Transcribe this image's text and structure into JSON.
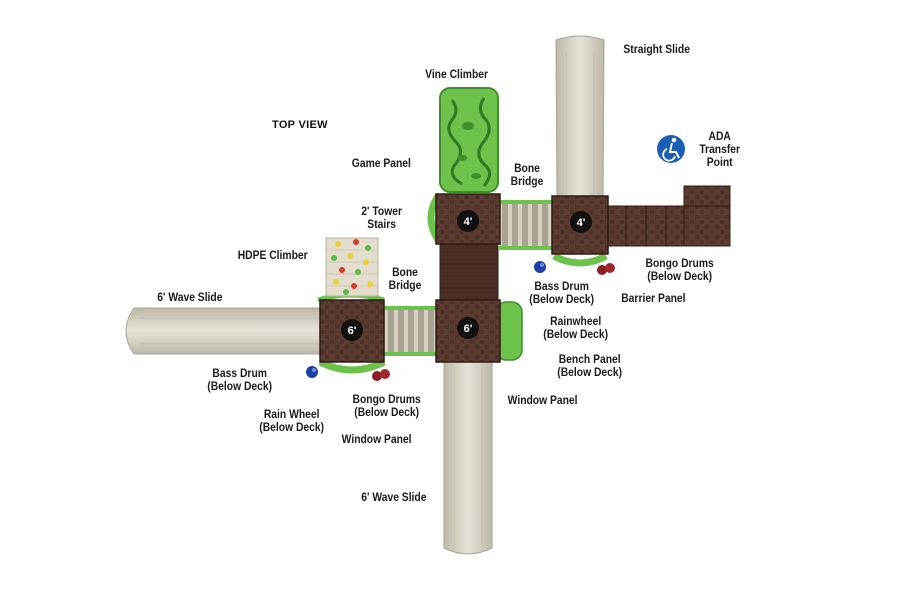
{
  "view_title": "TOP VIEW",
  "colors": {
    "deck": "#5a3a2f",
    "deck_dark": "#3f2820",
    "slide": "#d9d6ca",
    "slide_edge": "#b9b5a6",
    "green": "#6cc24a",
    "green_dark": "#3f8f2c",
    "ada_blue": "#1a5fb4"
  },
  "decks": {
    "left_6": "6'",
    "center_6": "6'",
    "upper_4": "4'",
    "right_4": "4'"
  },
  "labels": {
    "straight_slide": "Straight Slide",
    "vine_climber": "Vine Climber",
    "ada_transfer": [
      "ADA",
      "Transfer",
      "Point"
    ],
    "game_panel": "Game Panel",
    "bone_bridge_upper": [
      "Bone",
      "Bridge"
    ],
    "tower_stairs": [
      "2' Tower",
      "Stairs"
    ],
    "hdpe_climber": "HDPE Climber",
    "bone_bridge_lower": [
      "Bone",
      "Bridge"
    ],
    "bongo_drums_right": [
      "Bongo Drums",
      "(Below Deck)"
    ],
    "bass_drum_right": [
      "Bass Drum",
      "(Below Deck)"
    ],
    "barrier_panel": "Barrier Panel",
    "wave_slide_left": "6' Wave Slide",
    "rainwheel_right": [
      "Rainwheel",
      "(Below Deck)"
    ],
    "bench_panel": [
      "Bench Panel",
      "(Below Deck)"
    ],
    "bass_drum_left": [
      "Bass Drum",
      "(Below Deck)"
    ],
    "bongo_drums_left": [
      "Bongo Drums",
      "(Below Deck)"
    ],
    "window_panel_right": "Window Panel",
    "rain_wheel_left": [
      "Rain Wheel",
      "(Below Deck)"
    ],
    "window_panel_left": "Window Panel",
    "wave_slide_bottom": "6' Wave Slide"
  }
}
